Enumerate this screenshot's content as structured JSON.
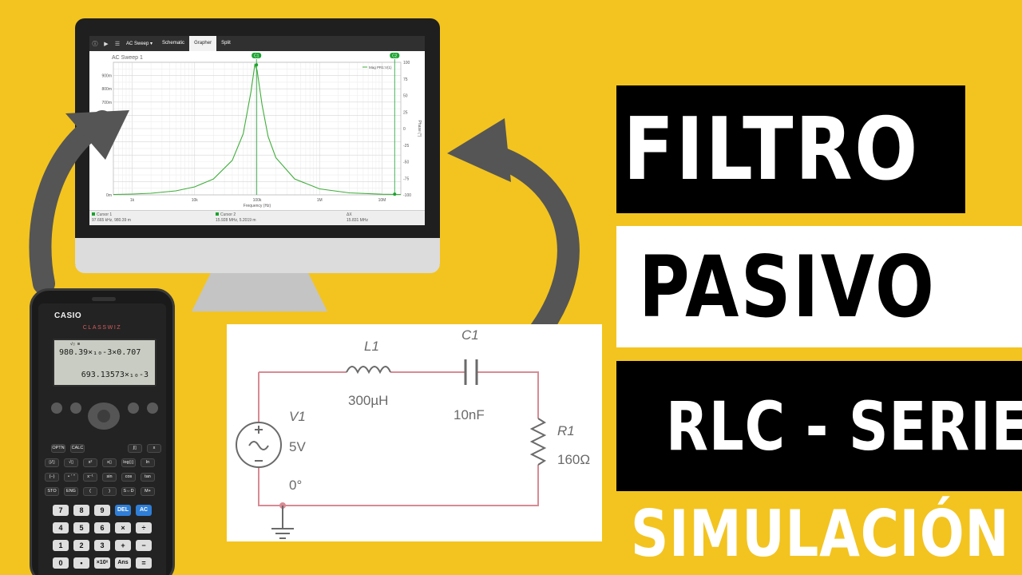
{
  "toolbar": {
    "mode_select": "AC Sweep",
    "tabs": [
      "Schematic",
      "Grapher",
      "Split"
    ],
    "active_tab": "Grapher"
  },
  "plot": {
    "title": "AC Sweep 1",
    "cursor_tags": [
      "C1",
      "C2"
    ],
    "legend": "Mag PR1:V(1)",
    "xlabel": "Frequency (Hz)",
    "ylabel_right": "Phase (°)"
  },
  "chart_data": {
    "type": "line",
    "title": "AC Sweep 1",
    "xlabel": "Frequency (Hz)",
    "ylabel": "",
    "ylabel_right": "Phase (°)",
    "x_scale": "log",
    "x_ticks": [
      "1k",
      "10k",
      "100k",
      "1M",
      "10M"
    ],
    "y_ticks_left": [
      "900m",
      "800m",
      "700m",
      "",
      "",
      "",
      "",
      "",
      "0m"
    ],
    "y_ticks_right": [
      "100",
      "75",
      "50",
      "25",
      "0",
      "-25",
      "-50",
      "-75",
      "-100"
    ],
    "xlim": [
      500,
      20000000
    ],
    "ylim": [
      0,
      1.0
    ],
    "series": [
      {
        "name": "Mag PR1:V(1)",
        "color": "#3fae3a",
        "x": [
          500,
          1000,
          2000,
          5000,
          10000,
          20000,
          40000,
          60000,
          80000,
          91900,
          100000,
          120000,
          150000,
          200000,
          400000,
          1000000,
          3000000,
          10000000,
          20000000
        ],
        "y": [
          0.003,
          0.006,
          0.012,
          0.03,
          0.06,
          0.12,
          0.26,
          0.46,
          0.78,
          0.98,
          0.94,
          0.68,
          0.44,
          0.28,
          0.12,
          0.045,
          0.015,
          0.005,
          0.003
        ]
      }
    ],
    "grid": true
  },
  "status": {
    "cursor1_label": "Cursor 1",
    "cursor1_value": "97.665 kHz, 980.39 m",
    "cursor2_label": "Cursor 2",
    "cursor2_value": "15.928 MHz, 5.2019 m",
    "delta_label": "ΔX",
    "delta_value": "15.831 MHz"
  },
  "calculator": {
    "brand": "CASIO",
    "model": "CLASSWIZ",
    "lcd_indicator": "√▯ ⊞",
    "lcd_input": "980.39×₁₀-3×0.707",
    "lcd_output": "693.13573×₁₀-3",
    "rows": [
      [
        "OPTN",
        "CALC",
        "∫▯",
        "x"
      ],
      [
        "▯/▯",
        "√▯",
        "x²",
        "x▯",
        "log▯▯",
        "ln"
      ],
      [
        "(−)",
        "∘ ′ ″",
        "x⁻¹",
        "sin",
        "cos",
        "tan"
      ],
      [
        "STO",
        "ENG",
        "(",
        ")",
        "S⇔D",
        "M+"
      ]
    ],
    "digits": [
      [
        "7",
        "8",
        "9",
        "DEL",
        "AC"
      ],
      [
        "4",
        "5",
        "6",
        "×",
        "÷"
      ],
      [
        "1",
        "2",
        "3",
        "+",
        "−"
      ],
      [
        "0",
        "•",
        "×10ˣ",
        "Ans",
        "="
      ]
    ]
  },
  "schematic": {
    "L1": "L1",
    "L1_value": "300µH",
    "C1": "C1",
    "C1_value": "10nF",
    "R1": "R1",
    "R1_value": "160Ω",
    "V1": "V1",
    "V1_value": "5V",
    "V1_phase": "0°",
    "wire_color": "#d98a93"
  },
  "titles": {
    "line1": "FILTRO",
    "line2": "PASIVO",
    "line3": "RLC - SERIE",
    "line4": "SIMULACIÓN"
  },
  "colors": {
    "background": "#f3c41f",
    "trace": "#3fae3a",
    "arrow": "#555555"
  }
}
